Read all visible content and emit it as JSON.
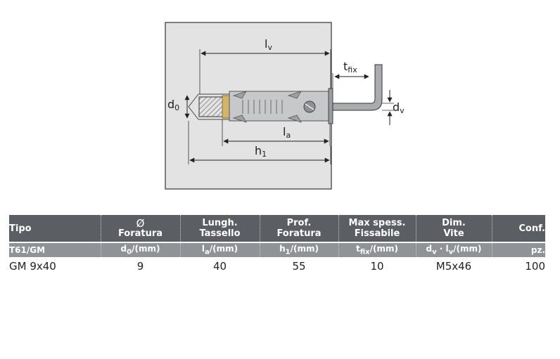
{
  "diagram": {
    "labels": {
      "lv": "l",
      "lv_sub": "v",
      "tfix": "t",
      "tfix_sub": "fix",
      "d0": "d",
      "d0_sub": "0",
      "dv": "d",
      "dv_sub": "v",
      "la": "l",
      "la_sub": "a",
      "h1": "h",
      "h1_sub": "1"
    }
  },
  "table": {
    "columns": [
      {
        "title": "Tipo",
        "unit_main": "T61/GM",
        "unit_sub": "",
        "unit_tail": ""
      },
      {
        "symbol": "Ø",
        "title": "Foratura",
        "unit_main": "d",
        "unit_sub": "0",
        "unit_tail": "/(mm)"
      },
      {
        "line1": "Lungh.",
        "line2": "Tassello",
        "unit_main": "l",
        "unit_sub": "a",
        "unit_tail": "/(mm)"
      },
      {
        "line1": "Prof.",
        "line2": "Foratura",
        "unit_main": "h",
        "unit_sub": "1",
        "unit_tail": "/(mm)"
      },
      {
        "line1": "Max spess.",
        "line2": "Fissabile",
        "unit_main": "t",
        "unit_sub": "fix",
        "unit_tail": "/(mm)"
      },
      {
        "line1": "Dim.",
        "line2": "Vite",
        "unit_main": "d",
        "unit_sub": "v",
        "unit_tail": " · l",
        "unit_sub2": "v",
        "unit_tail2": "/(mm)"
      },
      {
        "title": "Conf.",
        "unit_main": "pz.",
        "unit_sub": "",
        "unit_tail": ""
      }
    ],
    "rows": [
      [
        "GM 9x40",
        "9",
        "40",
        "55",
        "10",
        "M5x46",
        "100"
      ]
    ]
  }
}
